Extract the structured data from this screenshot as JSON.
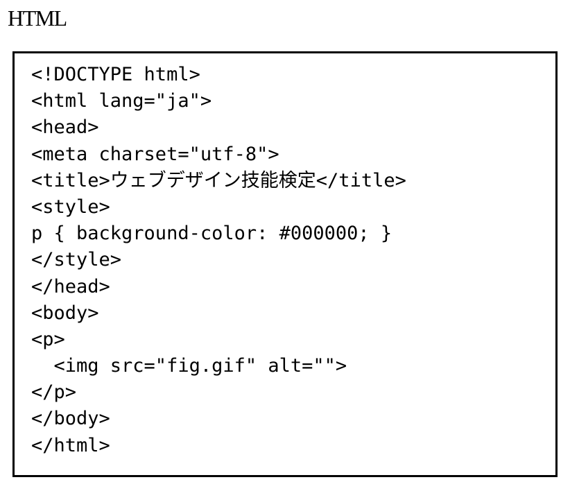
{
  "heading": "HTML",
  "code_lines": [
    {
      "text": "<!DOCTYPE html>"
    },
    {
      "text": "<html lang=\"ja\">"
    },
    {
      "text": "<head>"
    },
    {
      "text": "<meta charset=\"utf-8\">"
    },
    {
      "pre": "<title>",
      "jp": "ウェブデザイン技能検定",
      "post": "</title>"
    },
    {
      "text": "<style>"
    },
    {
      "text": "p { background-color: #000000; }"
    },
    {
      "text": "</style>"
    },
    {
      "text": "</head>"
    },
    {
      "text": "<body>"
    },
    {
      "text": "<p>"
    },
    {
      "text": "  <img src=\"fig.gif\" alt=\"\">"
    },
    {
      "text": "</p>"
    },
    {
      "text": "</body>"
    },
    {
      "text": "</html>"
    }
  ]
}
